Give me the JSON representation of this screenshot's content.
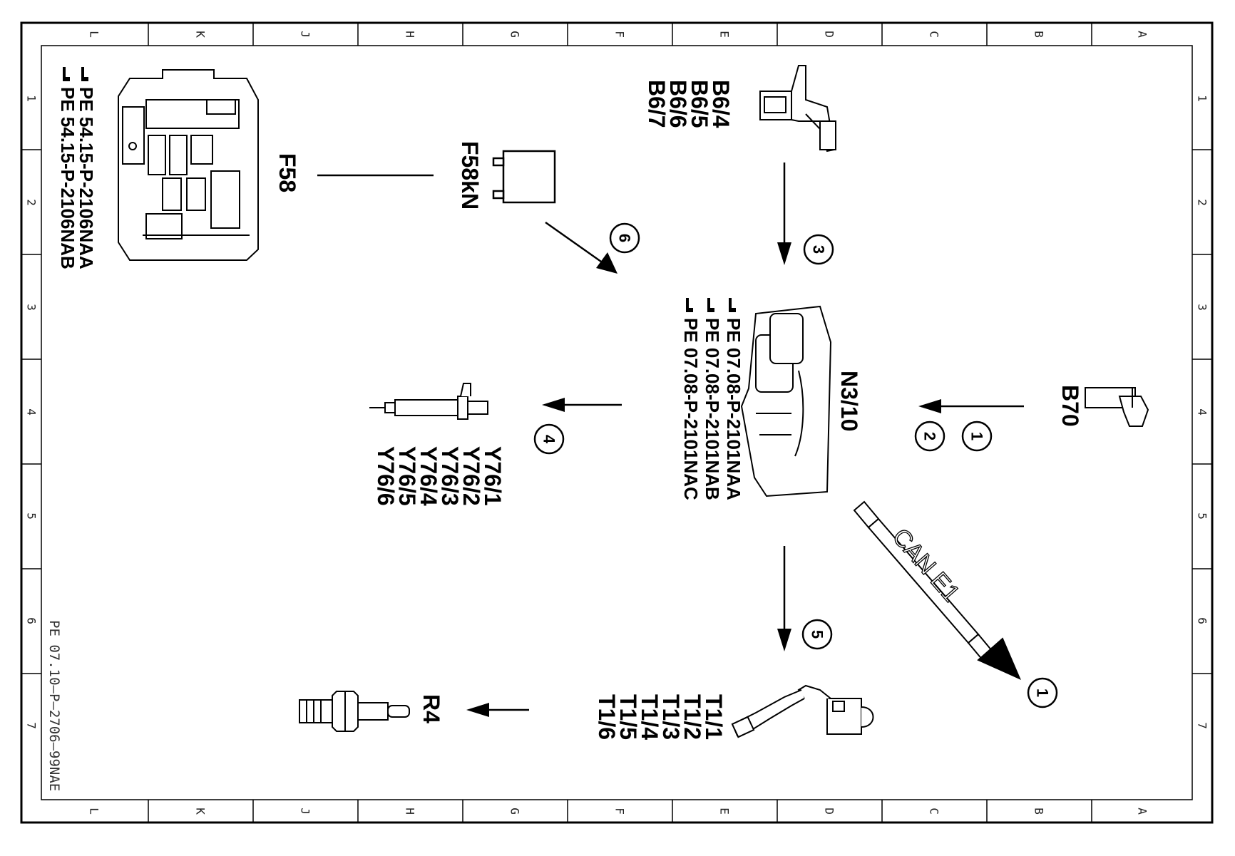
{
  "frame": {
    "letters": [
      "L",
      "K",
      "J",
      "H",
      "G",
      "F",
      "E",
      "D",
      "C",
      "B",
      "A"
    ],
    "numbers": [
      "1",
      "2",
      "3",
      "4",
      "5",
      "6",
      "7"
    ]
  },
  "document_id": "PE 07.10–P–2706–99NAE",
  "components": {
    "fuse_box": {
      "label": "F58",
      "refs": [
        "PE  54.15-P-2106NAA",
        "PE  54.15-P-2106NAB"
      ]
    },
    "relay": {
      "label": "F58kN"
    },
    "camshaft_sensors": {
      "labels": [
        "B6/4",
        "B6/5",
        "B6/6",
        "B6/7"
      ]
    },
    "ecu": {
      "label": "N3/10",
      "refs": [
        "PE  07.08-P-2101NAA",
        "PE  07.08-P-2101NAB",
        "PE  07.08-P-2101NAC"
      ]
    },
    "crankshaft_sensor": {
      "label": "B70"
    },
    "injectors": {
      "labels": [
        "Y76/1",
        "Y76/2",
        "Y76/3",
        "Y76/4",
        "Y76/5",
        "Y76/6"
      ]
    },
    "ignition_coils": {
      "labels": [
        "T1/1",
        "T1/2",
        "T1/3",
        "T1/4",
        "T1/5",
        "T1/6"
      ]
    },
    "spark_plug": {
      "label": "R4"
    }
  },
  "signals": {
    "s1a": "1",
    "s1b": "2",
    "s2": "3",
    "s3": "4",
    "s4": "5",
    "s5": "6",
    "s6": "1"
  },
  "can_bus": {
    "label": "CAN E1"
  },
  "colors": {
    "line": "#000000",
    "background": "#ffffff"
  }
}
